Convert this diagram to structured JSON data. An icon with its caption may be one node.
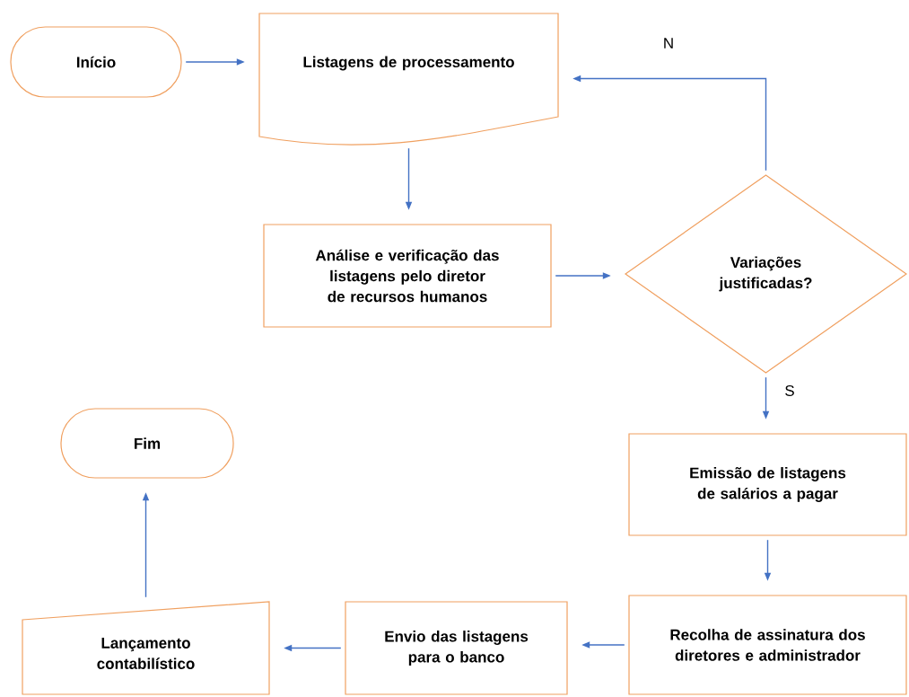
{
  "diagram": {
    "nodes": [
      {
        "text": [
          "Início"
        ]
      },
      {
        "text": [
          "Listagens de processamento"
        ]
      },
      {
        "text": [
          "Análise e verificação das listagens pelo diretor de recursos humanos"
        ]
      },
      {
        "text": [
          "Variações justificadas?"
        ]
      },
      {
        "text": [
          "Emissão de listagens de salários a pagar"
        ]
      },
      {
        "text": [
          "Recolha de assinatura dos diretores e administrador"
        ]
      },
      {
        "text": [
          "Envio das listagens para o banco"
        ]
      },
      {
        "text": [
          "Lançamento contabilístico"
        ]
      },
      {
        "text": [
          "Fim"
        ]
      }
    ],
    "edges": [
      {
        "from": 0,
        "to": 1,
        "arrow": "to"
      },
      {
        "from": 1,
        "to": 2,
        "arrow": "to"
      },
      {
        "from": 2,
        "to": 3,
        "arrow": "to"
      },
      {
        "from": 3,
        "to": 1,
        "arrow": "to",
        "label": "N"
      },
      {
        "from": 3,
        "to": 4,
        "arrow": "to",
        "label": "S"
      },
      {
        "from": 4,
        "to": 5,
        "arrow": "to"
      },
      {
        "from": 5,
        "to": 6,
        "arrow": "to"
      },
      {
        "from": 6,
        "to": 7,
        "arrow": "to"
      },
      {
        "from": 7,
        "to": 8,
        "arrow": "to"
      }
    ]
  }
}
